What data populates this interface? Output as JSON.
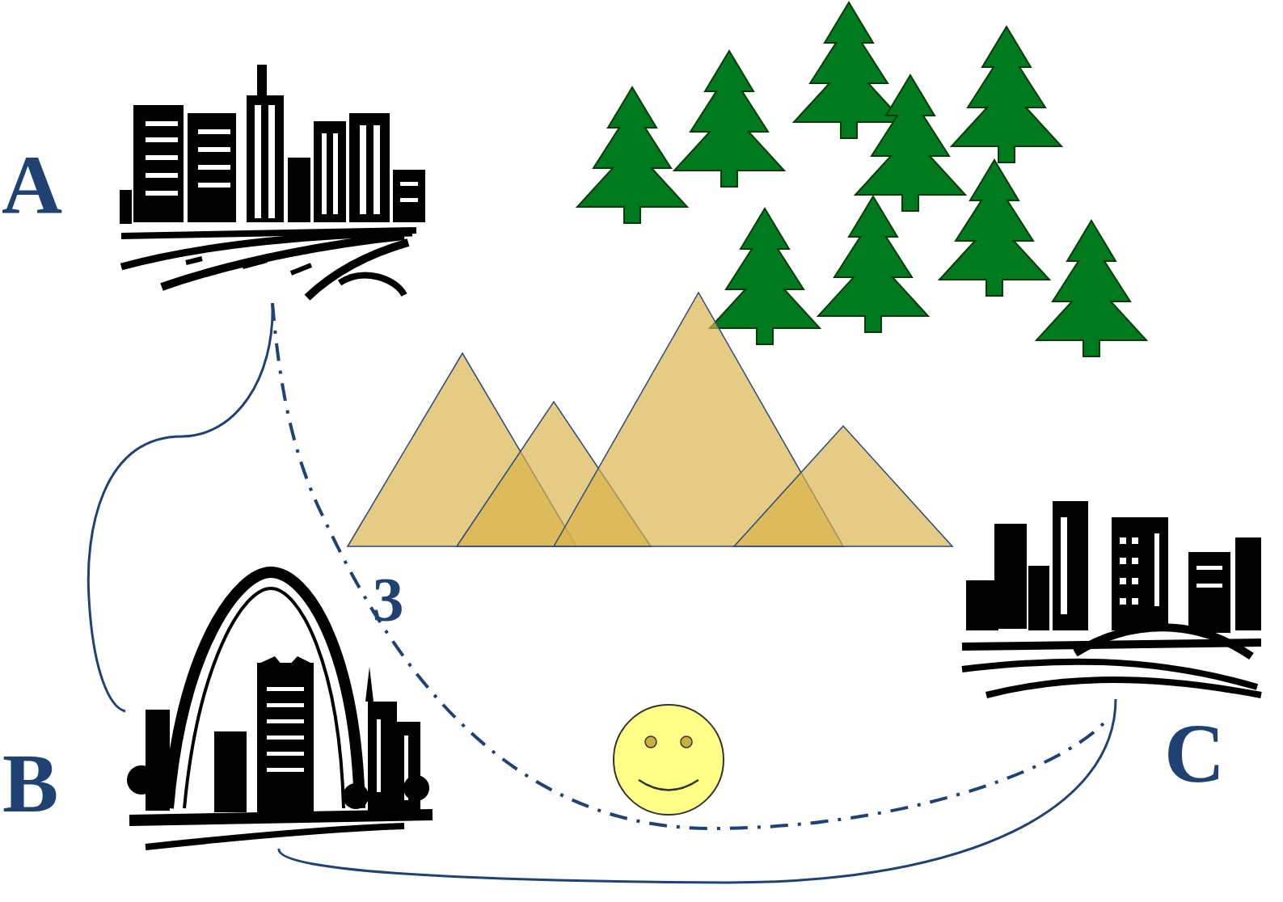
{
  "diagram": {
    "nodes": [
      {
        "text": [
          "A"
        ]
      },
      {
        "text": [
          "B"
        ]
      },
      {
        "text": [
          "C"
        ]
      }
    ],
    "edges": [
      {
        "from": 0,
        "to": 1,
        "arrow": "none"
      },
      {
        "from": 0,
        "to": 2,
        "label": "3",
        "arrow": "none"
      },
      {
        "from": 1,
        "to": 2,
        "arrow": "none"
      }
    ]
  }
}
